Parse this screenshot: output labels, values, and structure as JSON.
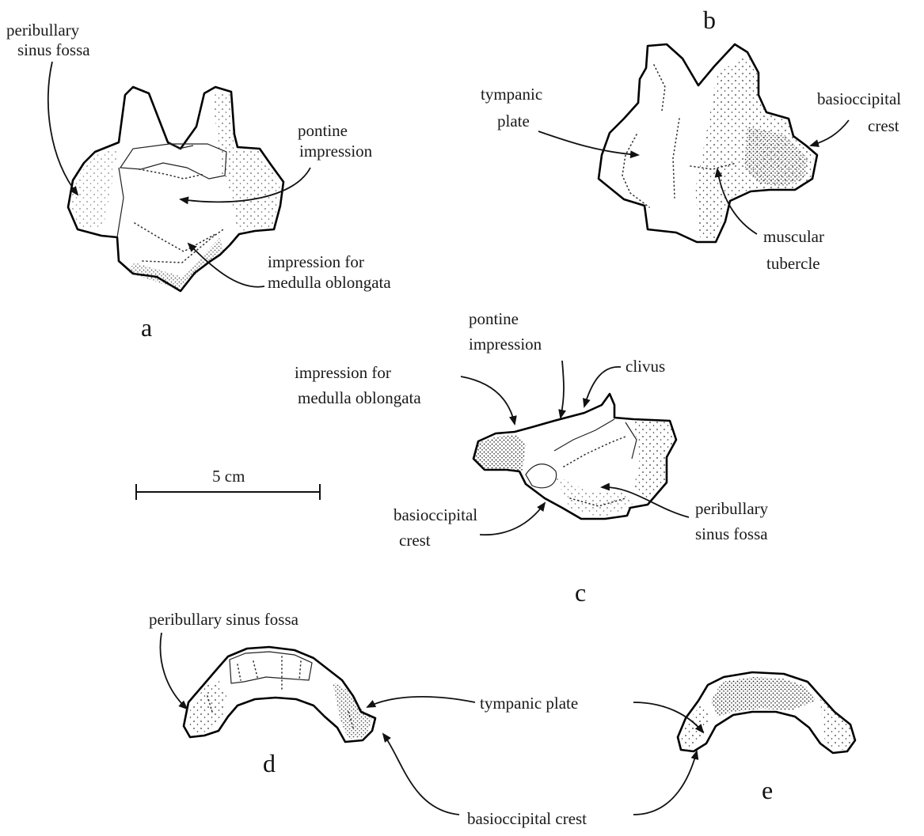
{
  "panels": {
    "a": {
      "letter": "a",
      "label_peribullary": [
        "peribullary",
        "sinus fossa"
      ],
      "label_pontine": [
        "pontine",
        "impression"
      ],
      "label_medulla": [
        "impression for",
        "medulla oblongata"
      ]
    },
    "b": {
      "letter": "b",
      "label_tympanic": [
        "tympanic",
        "plate"
      ],
      "label_crest": [
        "basioccipital",
        "crest"
      ],
      "label_tubercle": [
        "muscular",
        "tubercle"
      ]
    },
    "c": {
      "letter": "c",
      "label_pontine": [
        "pontine",
        "impression"
      ],
      "label_clivus": "clivus",
      "label_medulla": [
        "impression for",
        "medulla oblongata"
      ],
      "label_crest": [
        "basioccipital",
        "crest"
      ],
      "label_peribullary": [
        "peribullary",
        "sinus fossa"
      ]
    },
    "d": {
      "letter": "d",
      "label_peribullary": "peribullary sinus fossa"
    },
    "e": {
      "letter": "e"
    },
    "shared": {
      "tympanic_plate": "tympanic plate",
      "basioccipital_crest": "basioccipital crest"
    }
  },
  "scale_bar": {
    "label": "5 cm"
  }
}
